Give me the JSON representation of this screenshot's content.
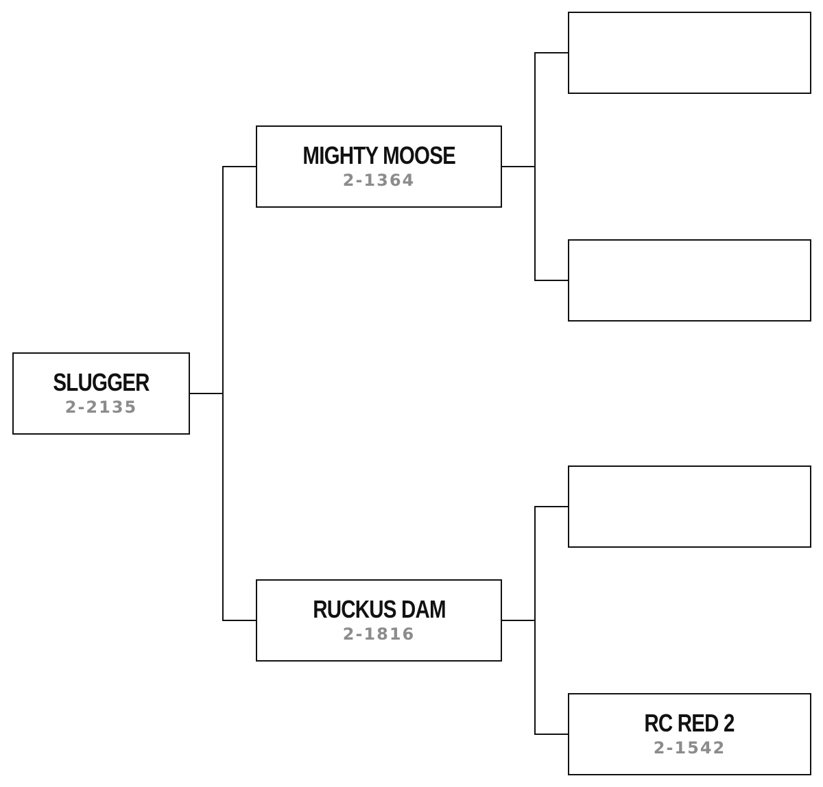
{
  "pedigree": {
    "root": {
      "name": "SLUGGER",
      "reg": "2-2135"
    },
    "parents": [
      {
        "name": "MIGHTY MOOSE",
        "reg": "2-1364"
      },
      {
        "name": "RUCKUS DAM",
        "reg": "2-1816"
      }
    ],
    "grandparents": [
      {
        "name": "",
        "reg": ""
      },
      {
        "name": "",
        "reg": ""
      },
      {
        "name": "",
        "reg": ""
      },
      {
        "name": "RC RED 2",
        "reg": "2-1542"
      }
    ]
  },
  "colors": {
    "border": "#111111",
    "name_text": "#111111",
    "reg_text": "#8c8c8c",
    "background": "#ffffff"
  }
}
